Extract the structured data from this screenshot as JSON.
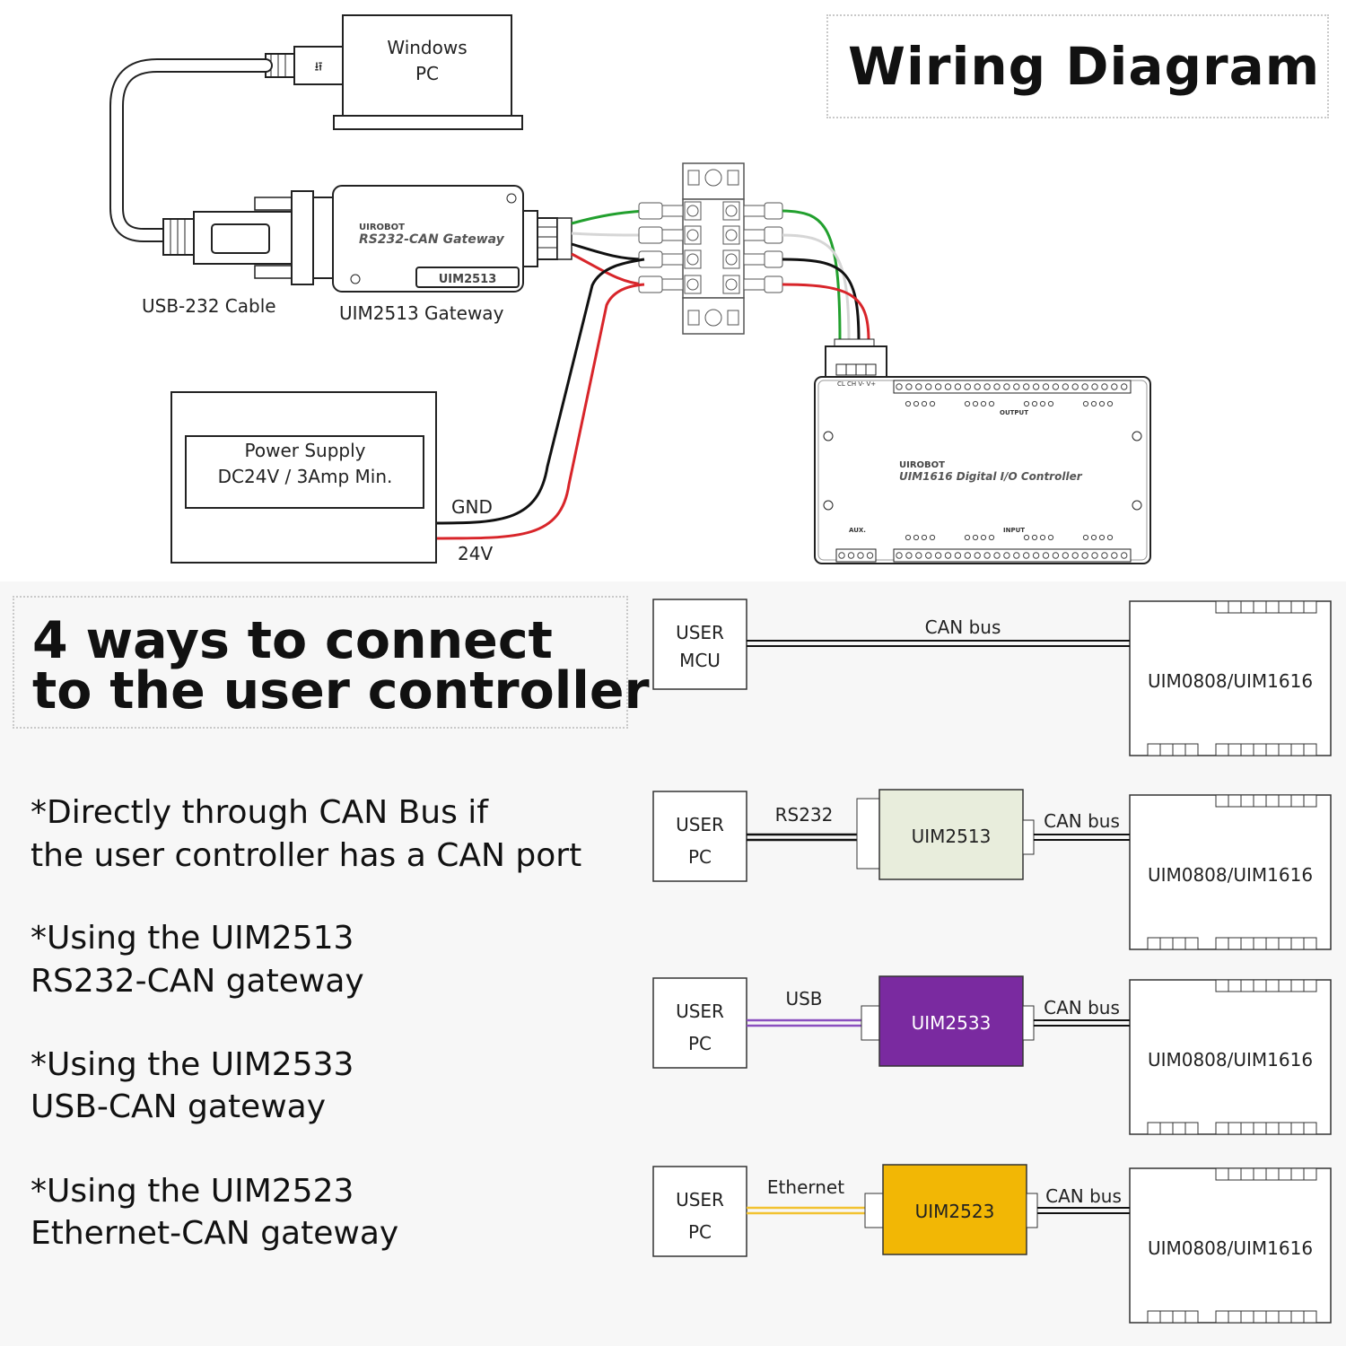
{
  "title": "Wiring Diagram",
  "wiring": {
    "pc_label": [
      "Windows",
      "PC"
    ],
    "usb_cable_label": "USB-232 Cable",
    "gateway_brand": "UIROBOT",
    "gateway_name": "RS232-CAN Gateway",
    "gateway_badge": "UIM2513",
    "gateway_label": "UIM2513 Gateway",
    "power_supply": [
      "Power Supply",
      "DC24V / 3Amp Min."
    ],
    "gnd_label": "GND",
    "v24_label": "24V",
    "controller_brand": "UIROBOT",
    "controller_name": "UIM1616  Digital I/O Controller",
    "controller_output": "OUTPUT",
    "controller_input": "INPUT",
    "controller_aux": "AUX.",
    "controller_pins": "CL CH V- V+"
  },
  "ways": {
    "title_line1": "4 ways to connect",
    "title_line2": "to the user controller",
    "bullets": [
      {
        "line1": "*Directly through CAN Bus if",
        "line2": " the user controller has a CAN port"
      },
      {
        "line1": "*Using the UIM2513",
        "line2": " RS232-CAN gateway"
      },
      {
        "line1": "*Using the UIM2533",
        "line2": "USB-CAN gateway"
      },
      {
        "line1": "*Using the UIM2523",
        "line2": " Ethernet-CAN gateway"
      }
    ]
  },
  "connections": [
    {
      "user": [
        "USER",
        "MCU"
      ],
      "link": "CAN bus",
      "gateway": null,
      "bus": "",
      "device": "UIM0808/UIM1616"
    },
    {
      "user": [
        "USER",
        "PC"
      ],
      "link": "RS232",
      "gateway": "UIM2513",
      "bus": "CAN bus",
      "device": "UIM0808/UIM1616"
    },
    {
      "user": [
        "USER",
        "PC"
      ],
      "link": "USB",
      "gateway": "UIM2533",
      "bus": "CAN bus",
      "device": "UIM0808/UIM1616"
    },
    {
      "user": [
        "USER",
        "PC"
      ],
      "link": "Ethernet",
      "gateway": "UIM2523",
      "bus": "CAN bus",
      "device": "UIM0808/UIM1616"
    }
  ],
  "colors": {
    "uim2513": "#e8eddc",
    "uim2533": "#7a2aa0",
    "uim2523": "#f2b705",
    "wire_green": "#22a02e",
    "wire_red": "#d8252a",
    "wire_white": "#d6d6d6",
    "wire_black": "#111111",
    "usb_line": "#8a4fbf",
    "eth_line": "#f2c230"
  }
}
